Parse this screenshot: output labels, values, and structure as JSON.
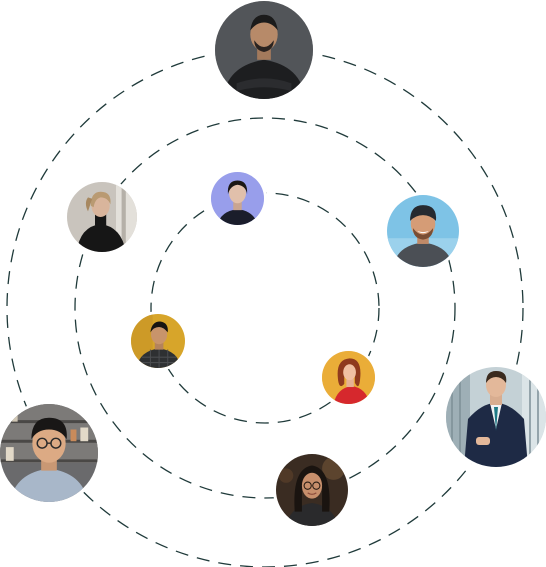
{
  "orbit": {
    "ring_color": "#1f3a3a",
    "avatars": [
      {
        "id": "man-black-hoodie",
        "background": "#4a4d50"
      },
      {
        "id": "woman-black-turtleneck",
        "background": "#c9c4bd"
      },
      {
        "id": "woman-blue-backdrop",
        "background": "#8f96e8"
      },
      {
        "id": "man-cap-beard",
        "background": "#7ec3e6"
      },
      {
        "id": "man-yellow-backdrop",
        "background": "#d7a52a"
      },
      {
        "id": "woman-red-top",
        "background": "#e6a431"
      },
      {
        "id": "man-navy-suit",
        "background": "#c4d1d6"
      },
      {
        "id": "man-glasses-shelves",
        "background": "#6a6a6c"
      },
      {
        "id": "woman-glasses-long-hair",
        "background": "#3a2c22"
      }
    ]
  }
}
